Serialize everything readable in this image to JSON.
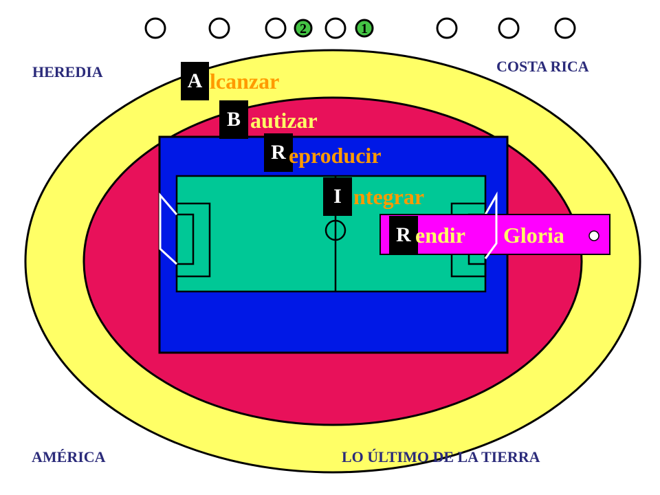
{
  "colors": {
    "outer_ellipse": "#ffff66",
    "inner_ellipse": "#e8115a",
    "blue_rect": "#0018e6",
    "field": "#00c896",
    "callout": "#ff00ff",
    "letter_box": "#000000",
    "token_green": "#44c444",
    "corner_text": "#2b2b7a",
    "word_orange": "#ff9a00",
    "word_yellow": "#ffff66"
  },
  "top_tokens": [
    {
      "label": ""
    },
    {
      "label": ""
    },
    {
      "label": ""
    },
    {
      "label": "2"
    },
    {
      "label": ""
    },
    {
      "label": "1"
    },
    {
      "label": ""
    },
    {
      "label": ""
    },
    {
      "label": ""
    }
  ],
  "corners": {
    "top_left": "HEREDIA",
    "top_right": "COSTA RICA",
    "bottom_left": "AMÉRICA",
    "bottom_right": "LO ÚLTIMO DE LA TIERRA"
  },
  "acronym": [
    {
      "letter": "A",
      "rest": "lcanzar"
    },
    {
      "letter": "B",
      "rest": "autizar"
    },
    {
      "letter": "R",
      "rest": "eproducir"
    },
    {
      "letter": "I",
      "rest": "ntegrar"
    },
    {
      "letter": "R",
      "rest": "endir",
      "suffix": "Gloria"
    }
  ],
  "icons": {
    "callout_bullet": "circle-bullet-icon"
  }
}
